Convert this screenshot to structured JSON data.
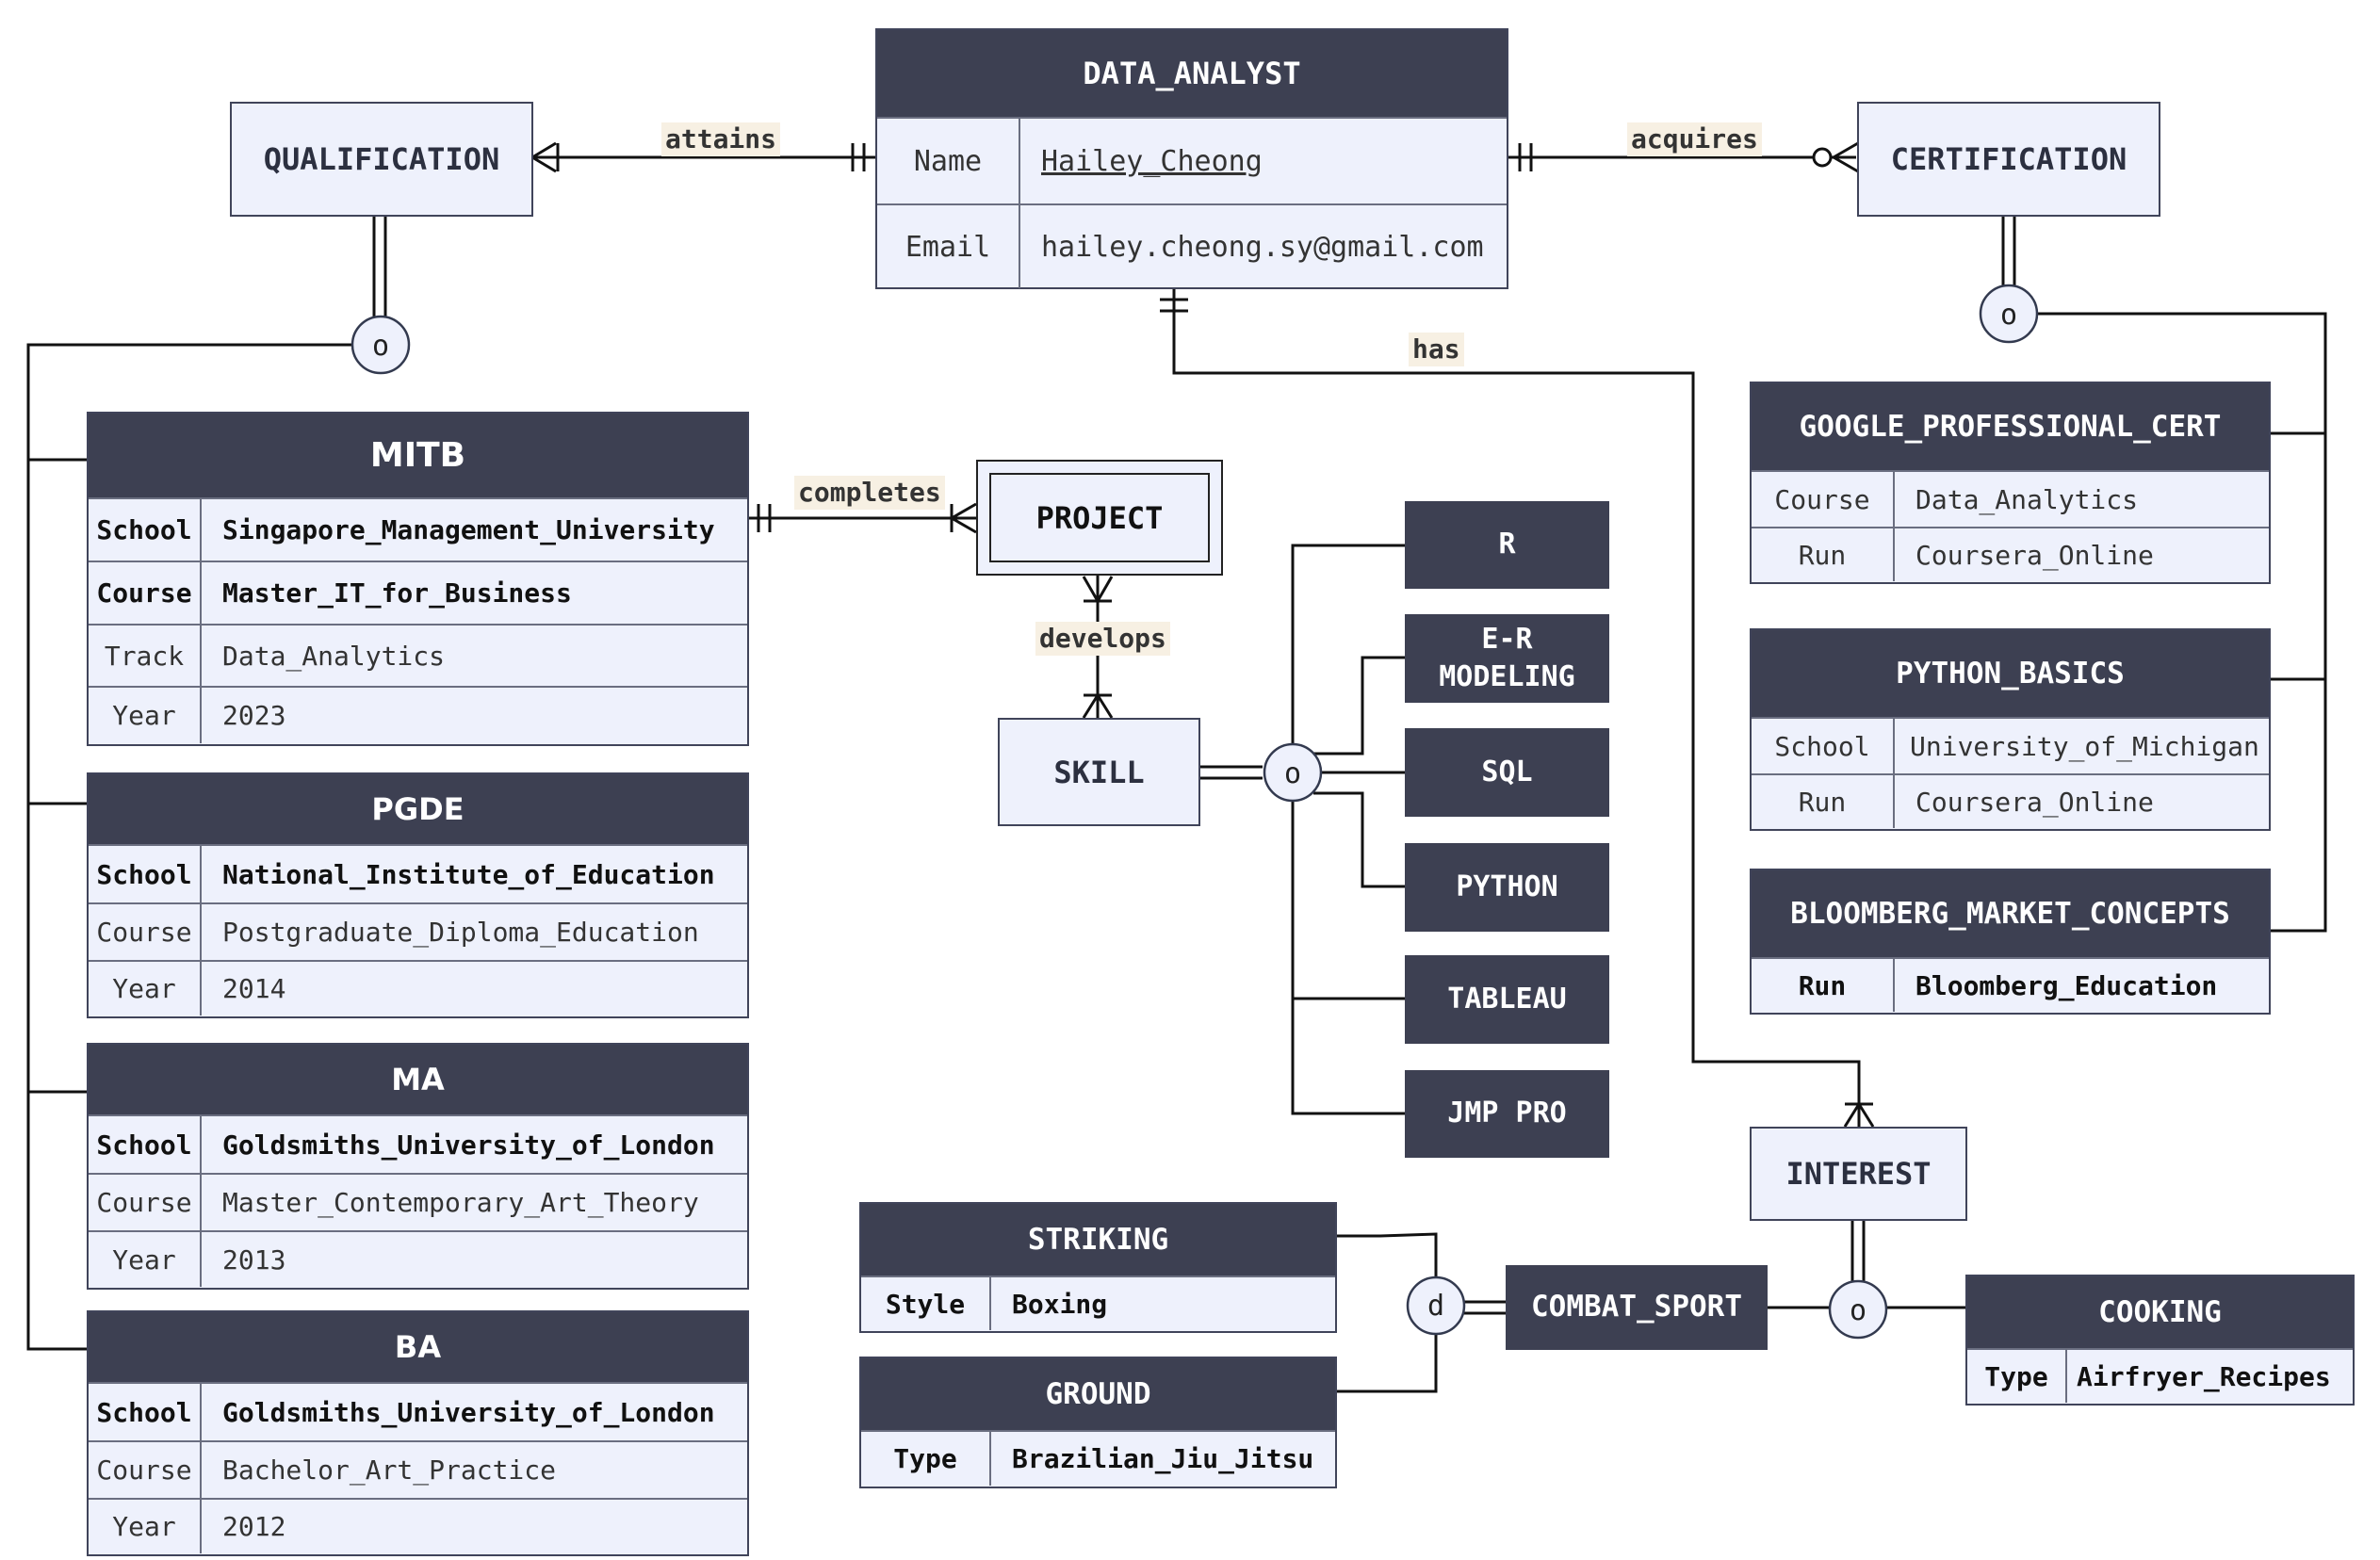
{
  "data_analyst": {
    "title": "DATA_ANALYST",
    "rows": [
      {
        "key": "Name",
        "value": "Hailey_Cheong"
      },
      {
        "key": "Email",
        "value": "hailey.cheong.sy@gmail.com"
      }
    ]
  },
  "entities": {
    "qualification": "QUALIFICATION",
    "certification": "CERTIFICATION",
    "project": "PROJECT",
    "skill": "SKILL",
    "interest": "INTEREST"
  },
  "relationships": {
    "attains": "attains",
    "acquires": "acquires",
    "has": "has",
    "completes": "completes",
    "develops": "develops"
  },
  "qualifications": [
    {
      "title": "MITB",
      "rows": [
        {
          "key": "School",
          "value": "Singapore_Management_University"
        },
        {
          "key": "Course",
          "value": "Master_IT_for_Business"
        },
        {
          "key": "Track",
          "value": "Data_Analytics"
        },
        {
          "key": "Year",
          "value": "2023"
        }
      ]
    },
    {
      "title": "PGDE",
      "rows": [
        {
          "key": "School",
          "value": "National_Institute_of_Education"
        },
        {
          "key": "Course",
          "value": "Postgraduate_Diploma_Education"
        },
        {
          "key": "Year",
          "value": "2014"
        }
      ]
    },
    {
      "title": "MA",
      "rows": [
        {
          "key": "School",
          "value": "Goldsmiths_University_of_London"
        },
        {
          "key": "Course",
          "value": "Master_Contemporary_Art_Theory"
        },
        {
          "key": "Year",
          "value": "2013"
        }
      ]
    },
    {
      "title": "BA",
      "rows": [
        {
          "key": "School",
          "value": "Goldsmiths_University_of_London"
        },
        {
          "key": "Course",
          "value": "Bachelor_Art_Practice"
        },
        {
          "key": "Year",
          "value": "2012"
        }
      ]
    }
  ],
  "certifications": [
    {
      "title": "GOOGLE_PROFESSIONAL_CERT",
      "rows": [
        {
          "key": "Course",
          "value": "Data_Analytics"
        },
        {
          "key": "Run",
          "value": "Coursera_Online"
        }
      ]
    },
    {
      "title": "PYTHON_BASICS",
      "rows": [
        {
          "key": "School",
          "value": "University_of_Michigan"
        },
        {
          "key": "Run",
          "value": "Coursera_Online"
        }
      ]
    },
    {
      "title": "BLOOMBERG_MARKET_CONCEPTS",
      "rows": [
        {
          "key": "Run",
          "value": "Bloomberg_Education"
        }
      ]
    }
  ],
  "skills": [
    "R",
    "E-R MODELING",
    "SQL",
    "PYTHON",
    "TABLEAU",
    "JMP PRO"
  ],
  "combat_sport": {
    "title": "COMBAT_SPORT",
    "subtypes": [
      {
        "title": "STRIKING",
        "rows": [
          {
            "key": "Style",
            "value": "Boxing"
          }
        ]
      },
      {
        "title": "GROUND",
        "rows": [
          {
            "key": "Type",
            "value": "Brazilian_Jiu_Jitsu"
          }
        ]
      }
    ]
  },
  "cooking": {
    "title": "COOKING",
    "rows": [
      {
        "key": "Type",
        "value": "Airfryer_Recipes"
      }
    ]
  },
  "specialization_symbols": {
    "overlap": "o",
    "disjoint": "d"
  }
}
